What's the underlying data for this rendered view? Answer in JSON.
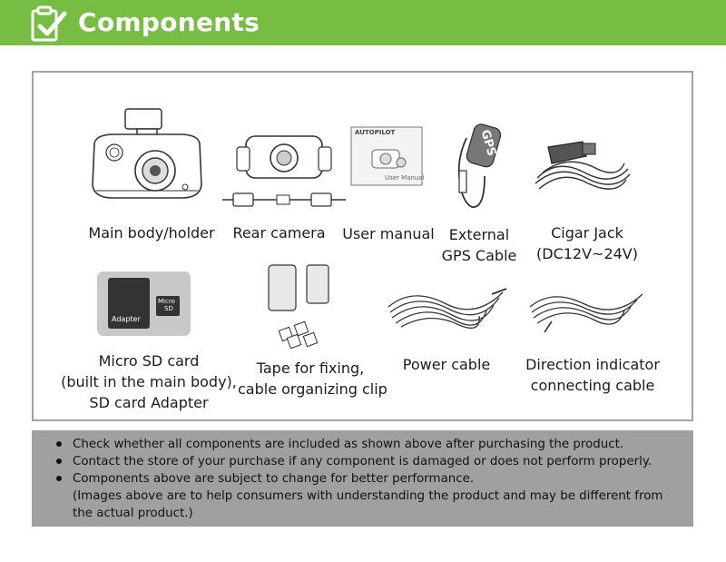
{
  "header": {
    "title": "Components",
    "icon": "clipboard-check-icon",
    "color": "#77bd43"
  },
  "items": [
    {
      "key": "main-body-holder",
      "lines": [
        "Main body/holder"
      ]
    },
    {
      "key": "rear-camera",
      "lines": [
        "Rear camera"
      ]
    },
    {
      "key": "user-manual",
      "lines": [
        "User manual"
      ],
      "art_text": {
        "brand": "AUTOPILOT",
        "cover": "User Manual"
      }
    },
    {
      "key": "external-gps-cable",
      "lines": [
        "External",
        "GPS Cable"
      ],
      "art_text": {
        "tag": "GPS"
      }
    },
    {
      "key": "cigar-jack",
      "lines": [
        "Cigar Jack",
        "(DC12V~24V)"
      ]
    },
    {
      "key": "micro-sd-card",
      "lines": [
        "Micro SD card",
        "(built in the main body),",
        "SD card Adapter"
      ],
      "art_text": {
        "adapter": "Adapter",
        "micro": "Micro",
        "sd": "SD"
      }
    },
    {
      "key": "tape",
      "lines": [
        "Tape for fixing,",
        "cable organizing clip"
      ]
    },
    {
      "key": "power-cable",
      "lines": [
        "Power cable"
      ]
    },
    {
      "key": "direction-indicator-cable",
      "lines": [
        "Direction indicator",
        "connecting cable"
      ]
    }
  ],
  "notes": [
    "Check whether all components are included as shown above after purchasing the product.",
    "Contact the store of your purchase if any component is damaged or does not perform properly.",
    "Components above are subject to change for better performance."
  ],
  "note_continuation": [
    "(Images above are to help consumers with understanding the product and may be different from",
    "the actual product.)"
  ]
}
